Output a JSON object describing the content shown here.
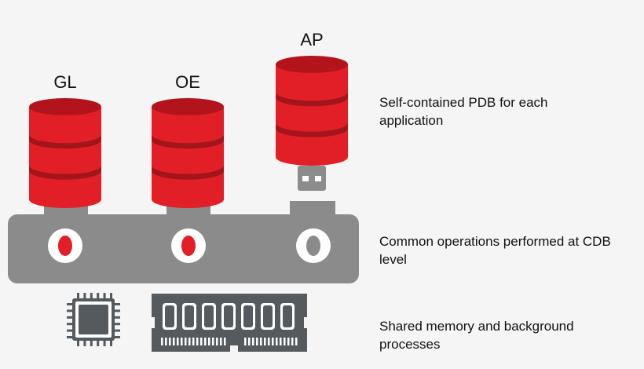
{
  "databases": [
    {
      "name": "GL",
      "plugged": true
    },
    {
      "name": "OE",
      "plugged": true
    },
    {
      "name": "AP",
      "plugged": false
    }
  ],
  "descriptions": {
    "pdb": "Self-contained PDB for each application",
    "cdb": "Common operations performed at CDB level",
    "memory": "Shared memory and background processes"
  },
  "colors": {
    "db_red": "#e21e26",
    "db_band": "#a3141b",
    "db_top": "#b3141c",
    "cdb_gray": "#8b8b8b",
    "socket_red": "#e21e26",
    "socket_empty": "#8b8b8b",
    "hardware": "#555a5e"
  },
  "icons": {
    "pdb": "database-cylinder-icon",
    "plug": "usb-plug-icon",
    "cpu": "cpu-chip-icon",
    "memory": "memory-module-icon"
  }
}
